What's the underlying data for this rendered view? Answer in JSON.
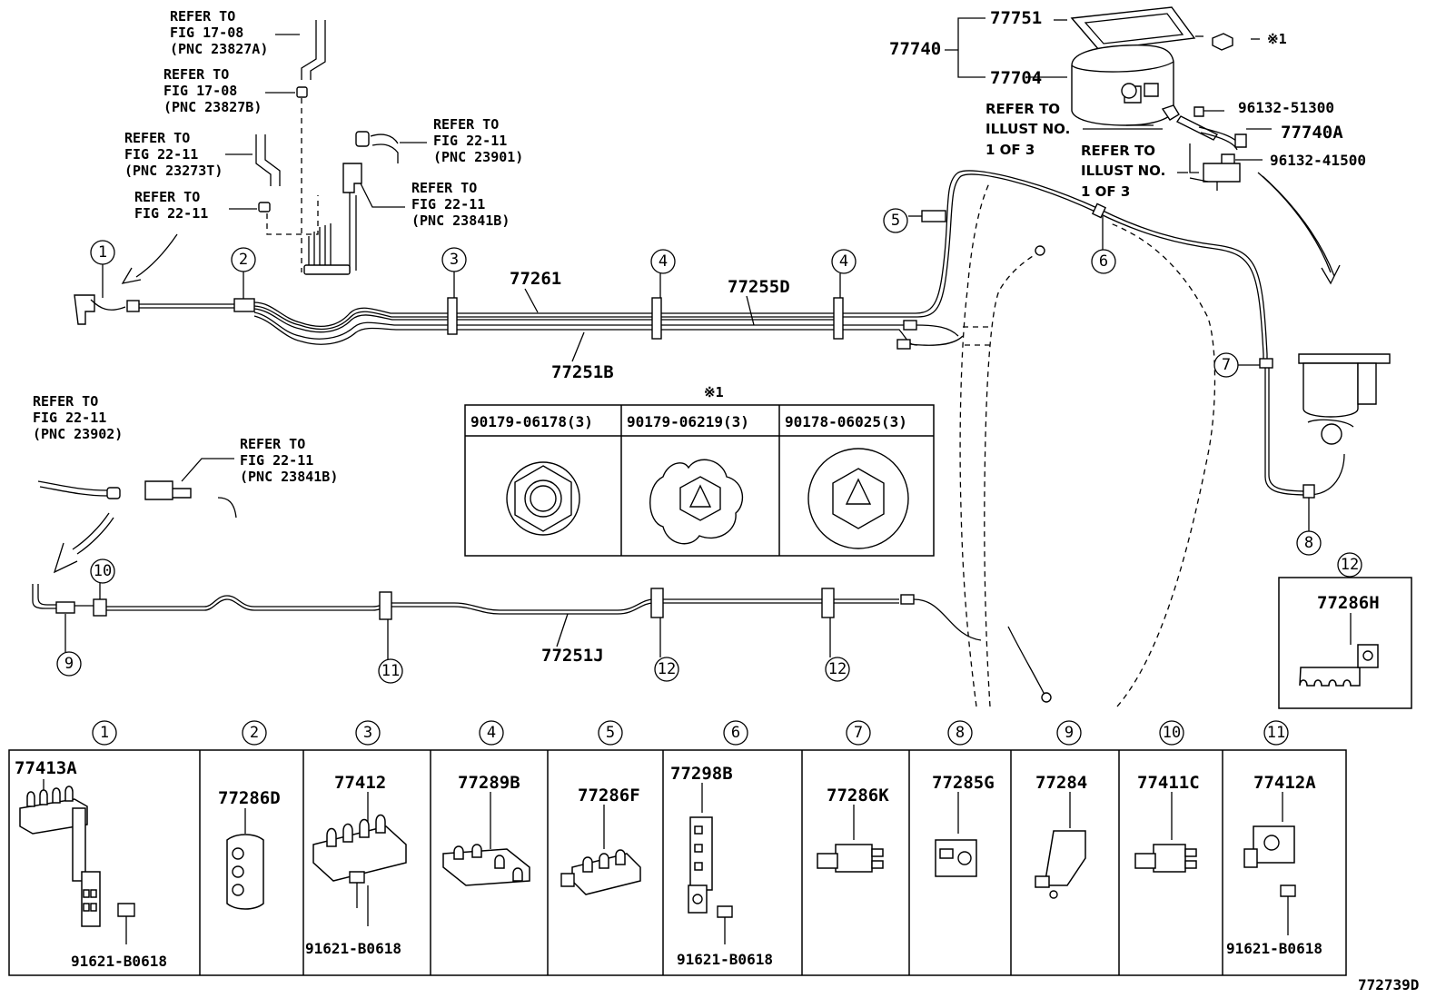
{
  "refs": {
    "r1": [
      "REFER TO",
      "FIG 17-08",
      "(PNC 23827A)"
    ],
    "r2": [
      "REFER TO",
      "FIG 17-08",
      "(PNC 23827B)"
    ],
    "r3": [
      "REFER TO",
      "FIG 22-11",
      "(PNC 23273T)"
    ],
    "r4": [
      "REFER TO",
      "FIG 22-11"
    ],
    "r5": [
      "REFER TO",
      "FIG 22-11",
      "(PNC 23901)"
    ],
    "r6": [
      "REFER TO",
      "FIG 22-11",
      "(PNC 23841B)"
    ],
    "r7": [
      "REFER TO",
      "FIG 22-11",
      "(PNC 23902)"
    ],
    "r8": [
      "REFER TO",
      "FIG 22-11",
      "(PNC 23841B)"
    ],
    "r9": [
      "REFER TO",
      "ILLUST NO.",
      "1 OF 3"
    ],
    "r10": [
      "REFER TO",
      "ILLUST NO.",
      "1 OF 3"
    ]
  },
  "parts": {
    "p77740": "77740",
    "p77751": "77751",
    "p77704": "77704",
    "p96132_51300": "96132-51300",
    "p77740A": "77740A",
    "p96132_41500": "96132-41500",
    "p77261": "77261",
    "p77255D": "77255D",
    "p77251B": "77251B",
    "p77251J": "77251J",
    "p77286H": "77286H",
    "mark1": "※1",
    "diagram_code": "772739D"
  },
  "fastener_table": {
    "title": "※1",
    "headers": [
      "90179-06178(3)",
      "90179-06219(3)",
      "90178-06025(3)"
    ]
  },
  "callouts": {
    "c1": "1",
    "c2": "2",
    "c3": "3",
    "c4": "4",
    "c5": "5",
    "c6": "6",
    "c7": "7",
    "c8": "8",
    "c9": "9",
    "c10": "10",
    "c11": "11",
    "c12": "12"
  },
  "legend": [
    {
      "num": "1",
      "parts": [
        "77413A"
      ],
      "bolt": "91621-B0618"
    },
    {
      "num": "2",
      "parts": [
        "77286D"
      ]
    },
    {
      "num": "3",
      "parts": [
        "77412"
      ],
      "bolt": "91621-B0618"
    },
    {
      "num": "4",
      "parts": [
        "77289B"
      ]
    },
    {
      "num": "5",
      "parts": [
        "77286F"
      ]
    },
    {
      "num": "6",
      "parts": [
        "77298B"
      ],
      "bolt": "91621-B0618"
    },
    {
      "num": "7",
      "parts": [
        "77286K"
      ]
    },
    {
      "num": "8",
      "parts": [
        "77285G"
      ]
    },
    {
      "num": "9",
      "parts": [
        "77284"
      ]
    },
    {
      "num": "10",
      "parts": [
        "77411C"
      ]
    },
    {
      "num": "11",
      "parts": [
        "77412A"
      ],
      "bolt": "91621-B0618"
    }
  ]
}
